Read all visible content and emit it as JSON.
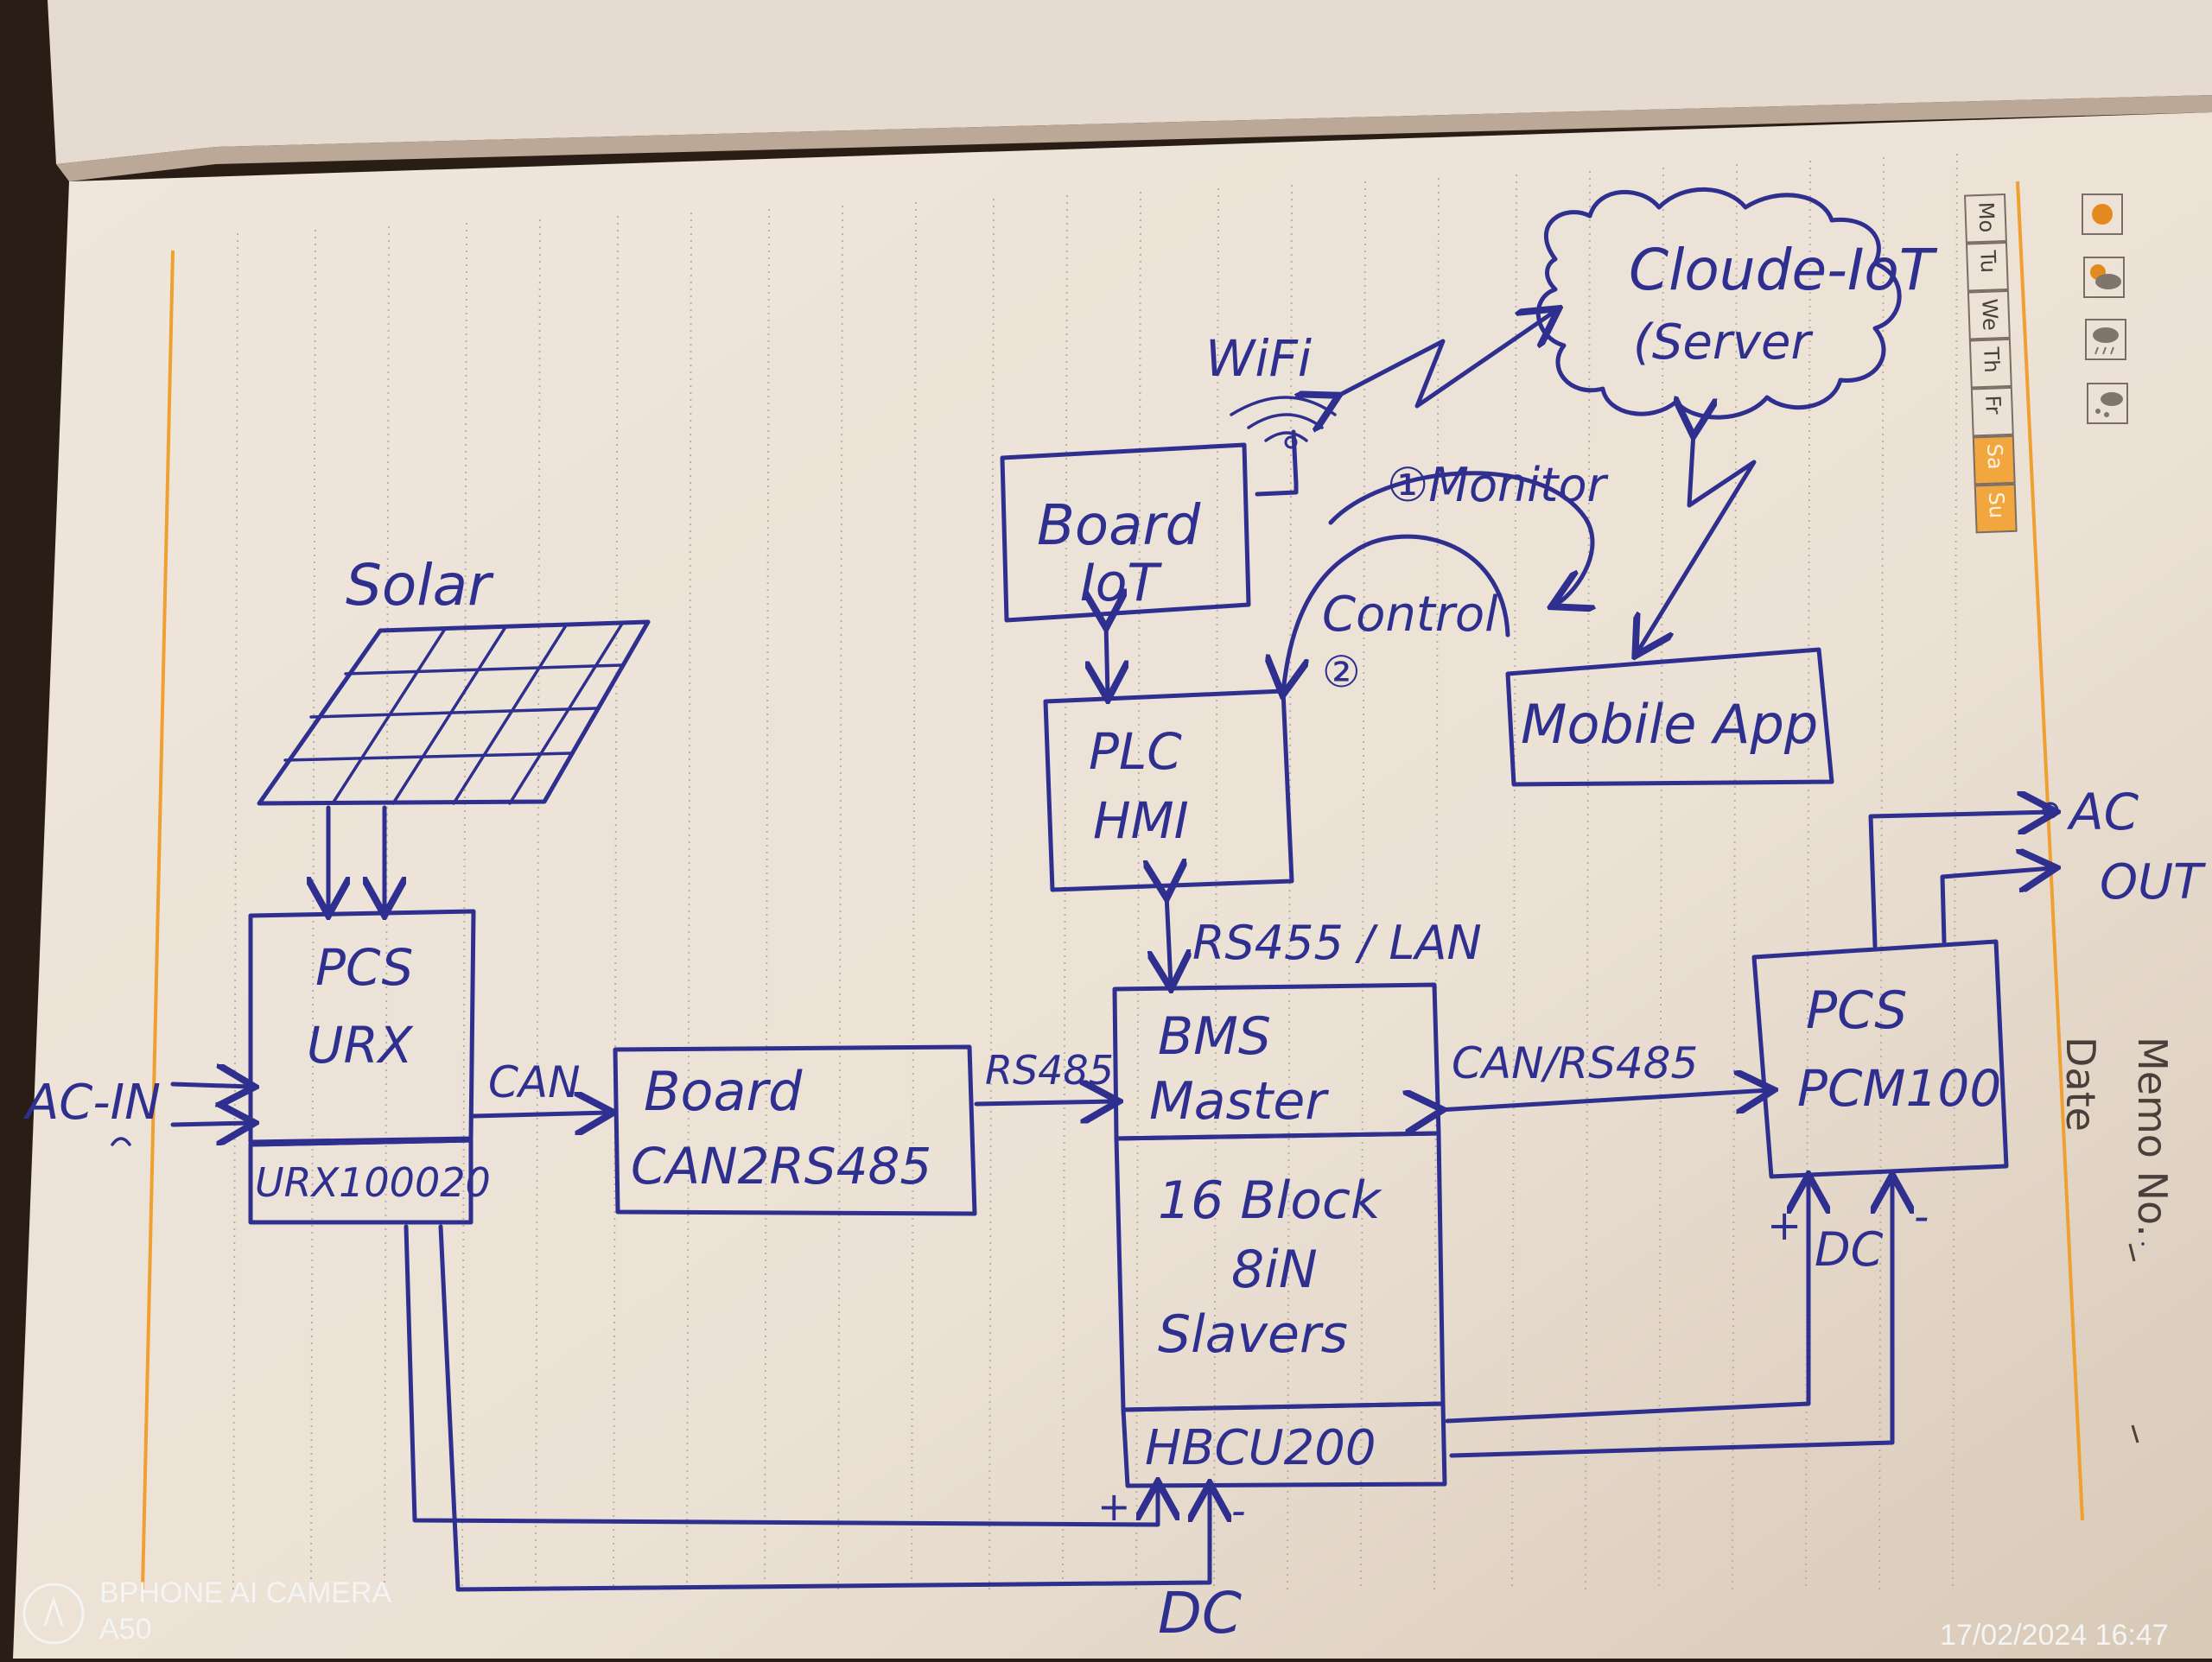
{
  "diagram": {
    "cloud": {
      "line1": "Cloude-IoT",
      "line2": "(Server"
    },
    "wifi_label": "WiFi",
    "board_iot": {
      "line1": "Board",
      "line2": "IoT"
    },
    "monitor_label": "①Monitor",
    "control_label": "Control",
    "control_num": "②",
    "mobile_app": "Mobile App",
    "solar_label": "Solar",
    "plc_hmi": {
      "line1": "PLC",
      "line2": "HMI"
    },
    "rs485_lan": "RS455 / LAN",
    "pcs_urx": {
      "line1": "PCS",
      "line2": "URX",
      "model": "URX100020"
    },
    "ac_in": "AC-IN",
    "can_label": "CAN",
    "board_can": {
      "line1": "Board",
      "line2": "CAN2RS485"
    },
    "rs485_label": "RS485",
    "bms": {
      "line1": "BMS",
      "line2": "Master",
      "slave1": "16 Block",
      "slave2": "8iN",
      "slave3": "Slavers",
      "model": "HBCU200"
    },
    "can_rs485": "CAN/RS485",
    "pcs_pcm": {
      "line1": "PCS",
      "line2": "PCM100"
    },
    "ac_out": {
      "line1": "AC",
      "line2": "OUT"
    },
    "dc_right": "DC",
    "dc_bottom": "DC",
    "plus": "+",
    "minus": "-"
  },
  "notebook": {
    "weekdays": [
      "Mo",
      "Tu",
      "We",
      "Th",
      "Fr",
      "Sa",
      "Su"
    ],
    "memo_no": "Memo No.",
    "date": "Date"
  },
  "watermark": {
    "camera": "BPHONE AI CAMERA",
    "model": "A50",
    "timestamp": "17/02/2024 16:47"
  },
  "colors": {
    "ink": "#2e2f8f",
    "paper": "#efe6dc",
    "margin_line": "#f0a030"
  }
}
